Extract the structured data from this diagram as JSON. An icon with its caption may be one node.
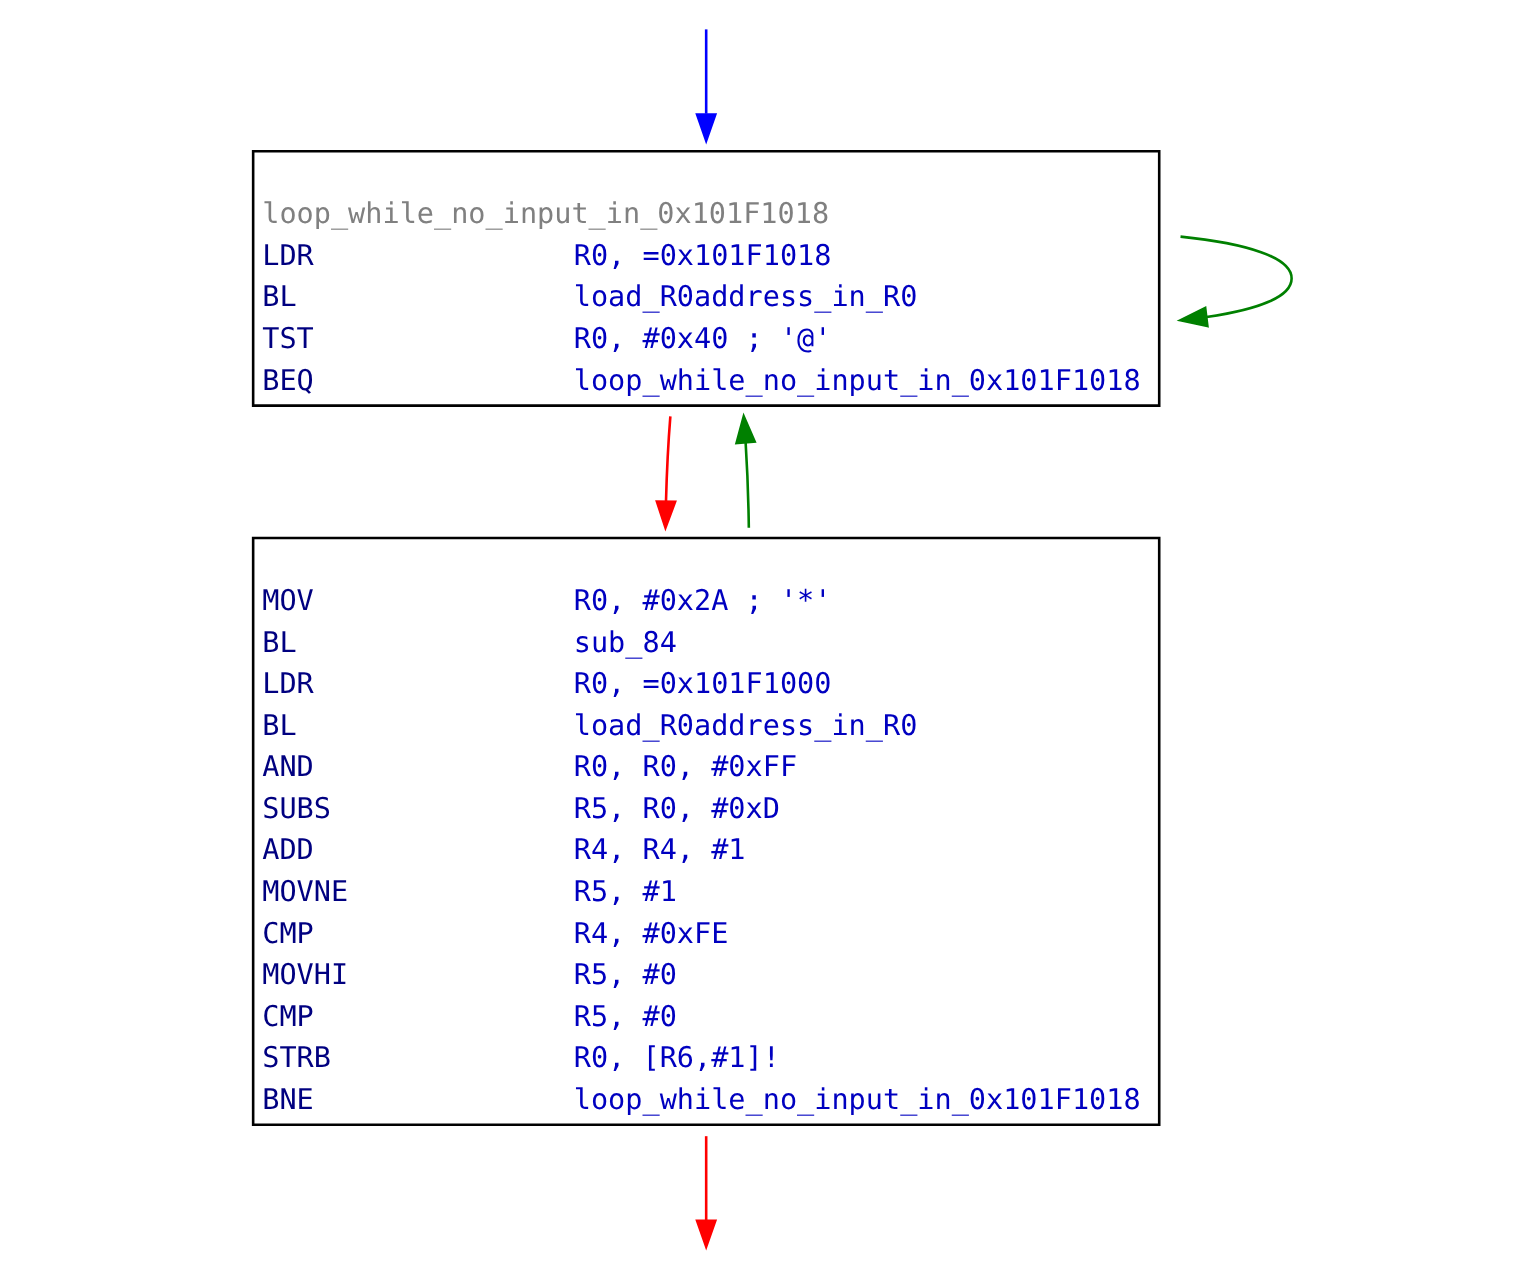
{
  "diagram": {
    "nodes": [
      {
        "text": [
          "loop_while_no_input_in_0x101F1018",
          "LDR",
          "R0, =0x101F1018",
          "BL",
          "load_R0address_in_R0",
          "TST",
          "R0, #0x40 ; '@'",
          "BEQ",
          "loop_while_no_input_in_0x101F1018"
        ]
      },
      {
        "text": [
          "MOV",
          "R0, #0x2A ; '*'",
          "BL",
          "sub_84",
          "LDR",
          "R0, =0x101F1000",
          "BL",
          "load_R0address_in_R0",
          "AND",
          "R0, R0, #0xFF",
          "SUBS",
          "R5, R0, #0xD",
          "ADD",
          "R4, R4, #1",
          "MOVNE",
          "R5, #1",
          "CMP",
          "R4, #0xFE",
          "MOVHI",
          "R5, #0",
          "CMP",
          "R5, #0",
          "STRB",
          "R0, [R6,#1]!",
          "BNE",
          "loop_while_no_input_in_0x101F1018"
        ]
      }
    ],
    "edges": [
      {
        "from": null,
        "to": 0,
        "arrow": "to",
        "color": "#0000ff"
      },
      {
        "from": 0,
        "to": 0,
        "arrow": "to",
        "color": "#008000"
      },
      {
        "from": 1,
        "to": 0,
        "arrow": "to",
        "color": "#008000"
      },
      {
        "from": 0,
        "to": 1,
        "arrow": "to",
        "color": "#ff0000"
      },
      {
        "from": 1,
        "to": null,
        "arrow": "to",
        "color": "#ff0000"
      }
    ]
  }
}
